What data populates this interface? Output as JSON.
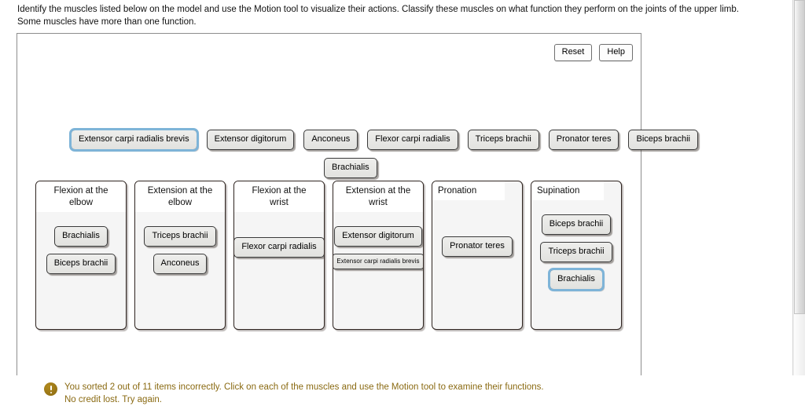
{
  "instructions": {
    "line1": "Identify the muscles listed below on the model and use the Motion tool to visualize their actions. Classify these muscles on what function they perform on the joints of the upper limb.",
    "line2": "Some muscles have more than one function."
  },
  "toolbar": {
    "reset_label": "Reset",
    "help_label": "Help"
  },
  "bank": {
    "row1": [
      {
        "label": "Extensor carpi radialis brevis",
        "selected": true
      },
      {
        "label": "Extensor digitorum",
        "selected": false
      },
      {
        "label": "Anconeus",
        "selected": false
      },
      {
        "label": "Flexor carpi radialis",
        "selected": false
      },
      {
        "label": "Triceps brachii",
        "selected": false
      },
      {
        "label": "Pronator teres",
        "selected": false
      },
      {
        "label": "Biceps brachii",
        "selected": false
      }
    ],
    "row2": [
      {
        "label": "Brachialis",
        "selected": false
      }
    ]
  },
  "columns": [
    {
      "header_line1": "Flexion at the",
      "header_line2": "elbow",
      "items": [
        {
          "label": "Brachialis",
          "selected": false
        },
        {
          "label": "Biceps brachii",
          "selected": false
        }
      ]
    },
    {
      "header_line1": "Extension at the",
      "header_line2": "elbow",
      "items": [
        {
          "label": "Triceps brachii",
          "selected": false
        },
        {
          "label": "Anconeus",
          "selected": false
        }
      ]
    },
    {
      "header_line1": "Flexion at the",
      "header_line2": "wrist",
      "items": [
        {
          "label": "Flexor carpi radialis",
          "selected": false
        }
      ]
    },
    {
      "header_line1": "Extension at the",
      "header_line2": "wrist",
      "items": [
        {
          "label": "Extensor digitorum",
          "selected": false
        },
        {
          "label": "Extensor carpi radialis brevis",
          "selected": false,
          "tiny": true
        }
      ]
    },
    {
      "header_line1": "Pronation",
      "header_line2": "",
      "items": [
        {
          "label": "Pronator teres",
          "selected": false
        }
      ]
    },
    {
      "header_line1": "Supination",
      "header_line2": "",
      "items": [
        {
          "label": "Biceps brachii",
          "selected": false
        },
        {
          "label": "Triceps brachii",
          "selected": false
        },
        {
          "label": "Brachialis",
          "selected": true
        }
      ]
    }
  ],
  "feedback": {
    "icon": "alert-exclamation-icon",
    "line1": "You sorted 2 out of 11 items incorrectly. Click on each of the muscles and use the Motion tool to examine their functions.",
    "line2": "No credit lost. Try again.",
    "color": "#8a6a12"
  },
  "colors": {
    "selection_ring": "#7eb4d8",
    "chip_face": "#e8e8e5",
    "panel_border": "#8d8d8d"
  }
}
